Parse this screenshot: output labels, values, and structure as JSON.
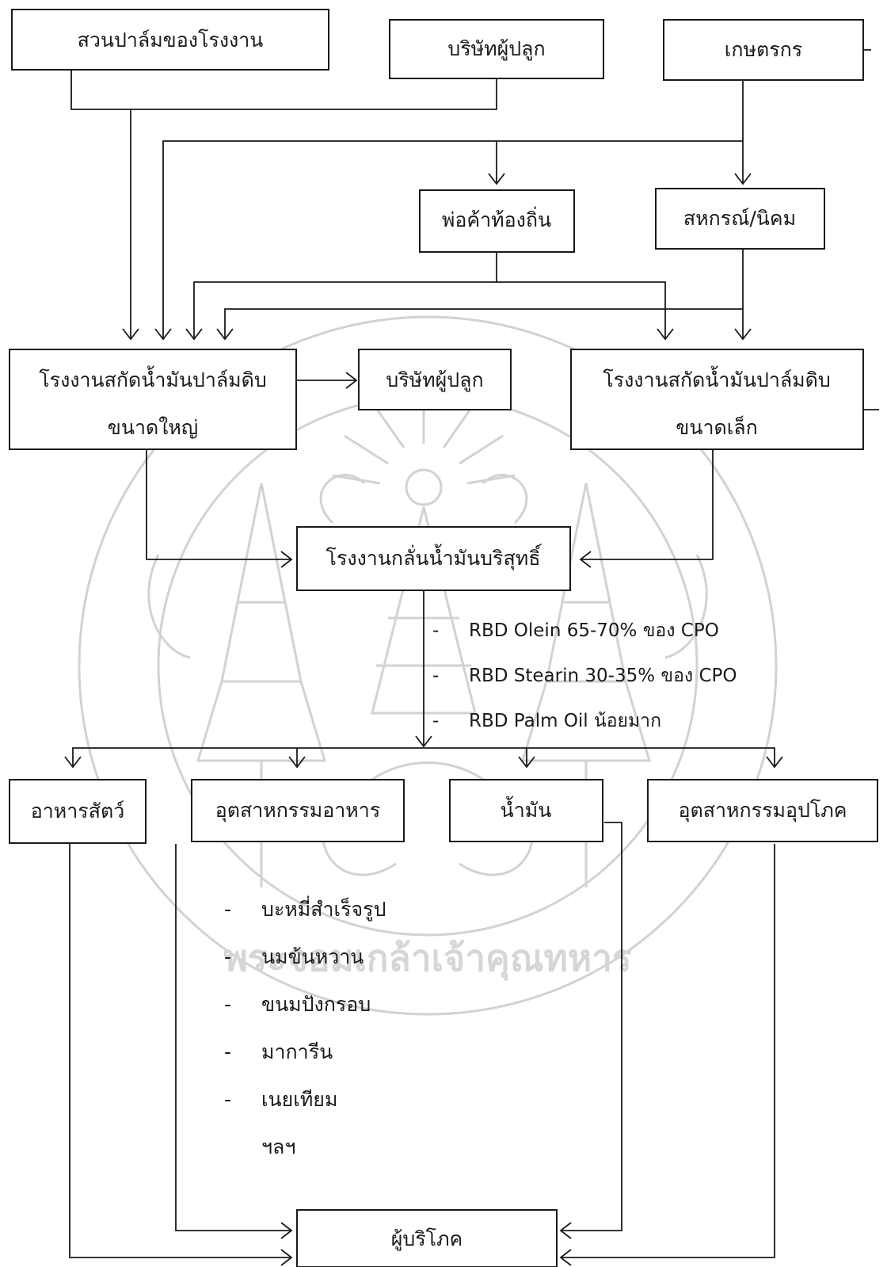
{
  "boxes": {
    "palm_garden": "สวนปาล์มของโรงงาน",
    "planting_company_top": "บริษัทผู้ปลูก",
    "farmers": "เกษตรกร",
    "local_merchants": "พ่อค้าท้องถิ่น",
    "cooperative": "สหกรณ์/นิคม",
    "large_mill_line1": "โรงงานสกัดน้ำมันปาล์มดิบ",
    "large_mill_line2": "ขนาดใหญ่",
    "planting_company_mid": "บริษัทผู้ปลูก",
    "small_mill_line1": "โรงงานสกัดน้ำมันปาล์มดิบ",
    "small_mill_line2": "ขนาดเล็ก",
    "refinery": "โรงงานกลั่นน้ำมันบริสุทธิ์",
    "animal_feed": "อาหารสัตว์",
    "food_industry": "อุตสาหกรรมอาหาร",
    "oil": "น้ำมัน",
    "consumer_industry": "อุตสาหกรรมอุปโภค",
    "consumers": "ผู้บริโภค"
  },
  "refinery_outputs": [
    "RBD Olein 65-70% ของ CPO",
    "RBD Stearin 30-35% ของ CPO",
    "RBD Palm Oil น้อยมาก"
  ],
  "food_products": [
    "บะหมี่สำเร็จรูป",
    "นมข้นหวาน",
    "ขนมปังกรอบ",
    "มาการีน",
    "เนยเทียม"
  ],
  "food_products_etc": "ฯลฯ",
  "bullet": "-",
  "watermark": {
    "text": "พระจอมเกล้าเจ้าคุณทหาร"
  }
}
